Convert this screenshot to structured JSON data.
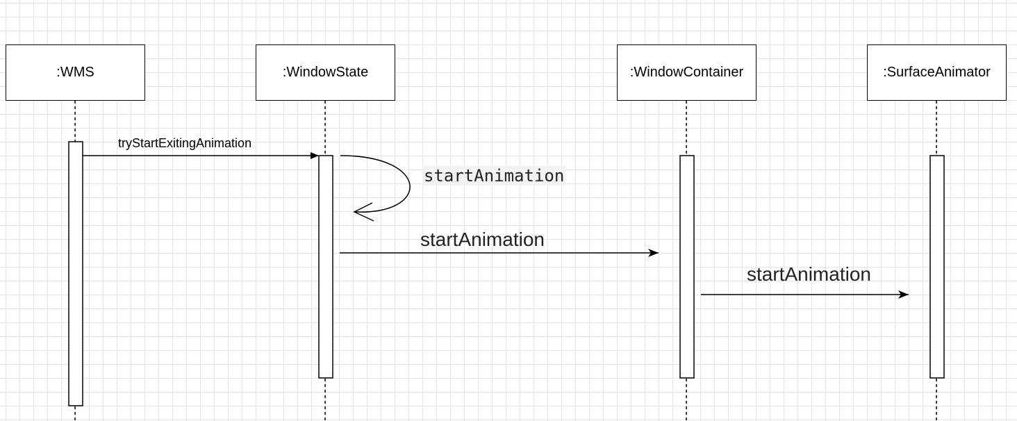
{
  "diagram": {
    "participants": [
      {
        "id": "wms",
        "label": ":WMS"
      },
      {
        "id": "windowstate",
        "label": ":WindowState"
      },
      {
        "id": "windowcontainer",
        "label": ":WindowContainer"
      },
      {
        "id": "surfaceanimator",
        "label": ":SurfaceAnimator"
      }
    ],
    "messages": [
      {
        "from": ":WMS",
        "to": ":WindowState",
        "label": "tryStartExitingAnimation"
      },
      {
        "from": ":WindowState",
        "to": ":WindowState",
        "label": "startAnimation"
      },
      {
        "from": ":WindowState",
        "to": ":WindowContainer",
        "label": "startAnimation"
      },
      {
        "from": ":WindowContainer",
        "to": ":SurfaceAnimator",
        "label": "startAnimation"
      }
    ]
  }
}
